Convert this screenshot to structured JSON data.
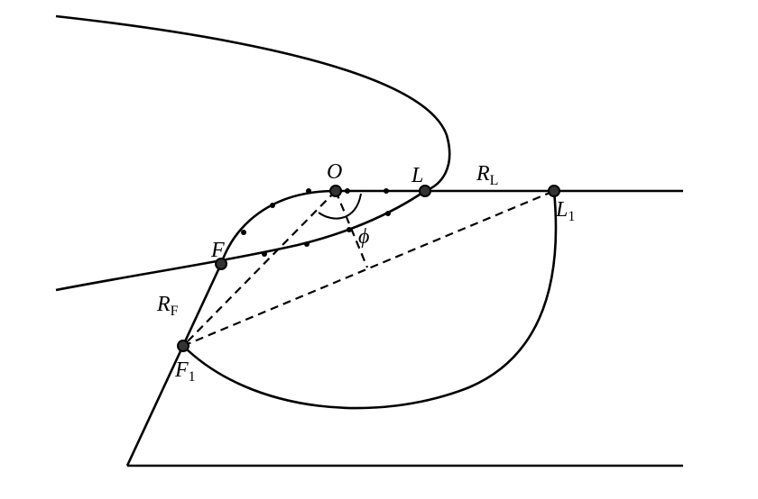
{
  "labels": {
    "O": "O",
    "L": "L",
    "R_L": {
      "main": "R",
      "sub": "L"
    },
    "L1": {
      "main": "L",
      "sub": "1"
    },
    "F": "F",
    "R_F": {
      "main": "R",
      "sub": "F"
    },
    "F1": {
      "main": "F",
      "sub": "1"
    },
    "phi": "ϕ"
  },
  "colors": {
    "stroke": "#000000",
    "point_fill": "#333333"
  }
}
